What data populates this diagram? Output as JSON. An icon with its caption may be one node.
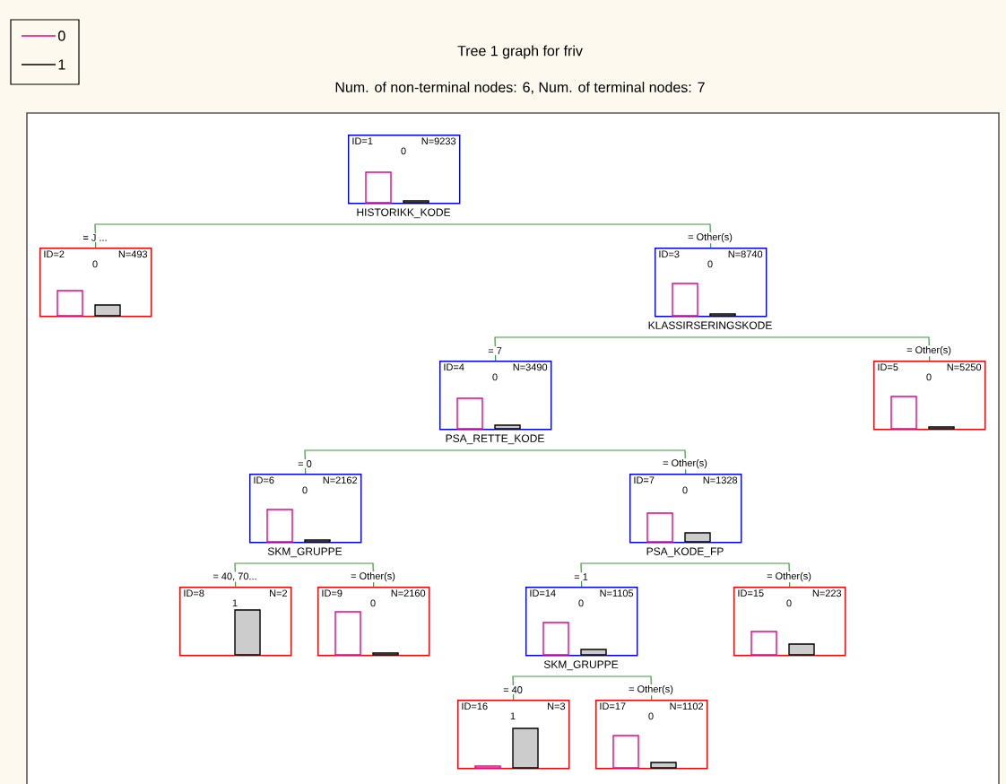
{
  "diagram": {
    "title": "Tree 1 graph for friv",
    "caption": "Num. of non-terminal nodes: 6,  Num. of terminal nodes: 7",
    "nodes": [
      {
        "text": [
          "ID=1",
          "N=9233",
          "0"
        ],
        "beside": [
          "HISTORIKK_KODE"
        ]
      },
      {
        "text": [
          "ID=2",
          "N=493",
          "0"
        ]
      },
      {
        "text": [
          "ID=3",
          "N=8740",
          "0"
        ],
        "beside": [
          "KLASSIRSERINGSKODE"
        ]
      },
      {
        "text": [
          "ID=4",
          "N=3490",
          "0"
        ],
        "beside": [
          "PSA_RETTE_KODE"
        ]
      },
      {
        "text": [
          "ID=5",
          "N=5250",
          "0"
        ]
      },
      {
        "text": [
          "ID=6",
          "N=2162",
          "0"
        ],
        "beside": [
          "SKM_GRUPPE"
        ]
      },
      {
        "text": [
          "ID=7",
          "N=1328",
          "0"
        ],
        "beside": [
          "PSA_KODE_FP"
        ]
      },
      {
        "text": [
          "ID=8",
          "N=2",
          "1"
        ]
      },
      {
        "text": [
          "ID=9",
          "N=2160",
          "0"
        ]
      },
      {
        "text": [
          "ID=14",
          "N=1105",
          "0"
        ],
        "beside": [
          "SKM_GRUPPE"
        ]
      },
      {
        "text": [
          "ID=15",
          "N=223",
          "0"
        ]
      },
      {
        "text": [
          "ID=16",
          "N=3",
          "1"
        ]
      },
      {
        "text": [
          "ID=17",
          "N=1102",
          "0"
        ]
      }
    ],
    "edges": [
      {
        "from": 0,
        "to": 1,
        "arrow": "none",
        "label": "= J   ..."
      },
      {
        "from": 0,
        "to": 2,
        "arrow": "none",
        "label": "= Other(s)"
      },
      {
        "from": 2,
        "to": 3,
        "arrow": "none",
        "label": "= 7"
      },
      {
        "from": 2,
        "to": 4,
        "arrow": "none",
        "label": "= Other(s)"
      },
      {
        "from": 3,
        "to": 5,
        "arrow": "none",
        "label": "= 0"
      },
      {
        "from": 3,
        "to": 6,
        "arrow": "none",
        "label": "= Other(s)"
      },
      {
        "from": 5,
        "to": 7,
        "arrow": "none",
        "label": "= 40, 70..."
      },
      {
        "from": 5,
        "to": 8,
        "arrow": "none",
        "label": "= Other(s)"
      },
      {
        "from": 6,
        "to": 9,
        "arrow": "none",
        "label": "= 1"
      },
      {
        "from": 6,
        "to": 10,
        "arrow": "none",
        "label": "= Other(s)"
      },
      {
        "from": 9,
        "to": 11,
        "arrow": "none",
        "label": "= 40"
      },
      {
        "from": 9,
        "to": 12,
        "arrow": "none",
        "label": "= Other(s)"
      }
    ],
    "legend": [
      {
        "text": "0"
      },
      {
        "text": "1"
      }
    ]
  }
}
